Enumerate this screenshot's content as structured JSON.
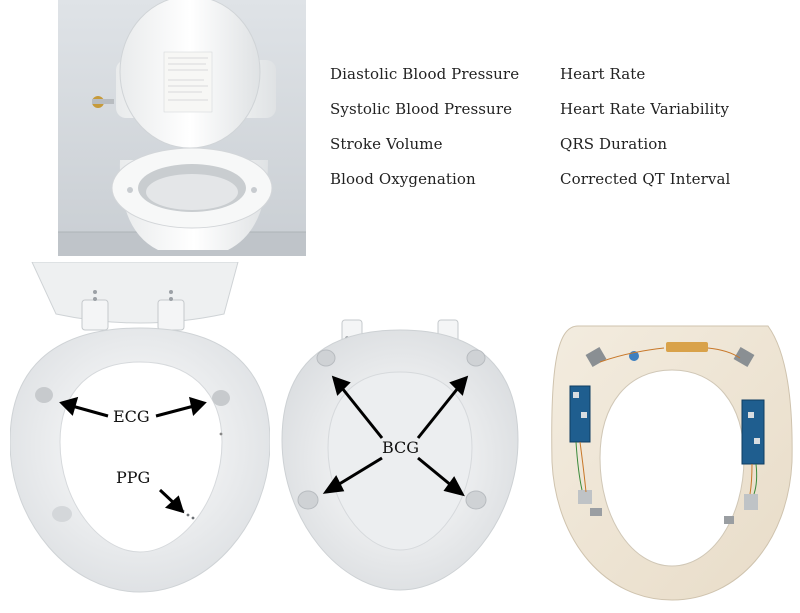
{
  "metrics": {
    "left": [
      "Diastolic Blood Pressure",
      "Systolic Blood Pressure",
      "Stroke Volume",
      "Blood Oxygenation"
    ],
    "right": [
      "Heart Rate",
      "Heart Rate Variability",
      "QRS Duration",
      "Corrected QT Interval"
    ]
  },
  "labels": {
    "ecg": "ECG",
    "ppg": "PPG",
    "bcg": "BCG"
  },
  "colors": {
    "seat_white": "#f2f3f4",
    "wall": "#d4d9de",
    "pcb_blue": "#1f5e8f",
    "wood_panel": "#efe6d6"
  }
}
